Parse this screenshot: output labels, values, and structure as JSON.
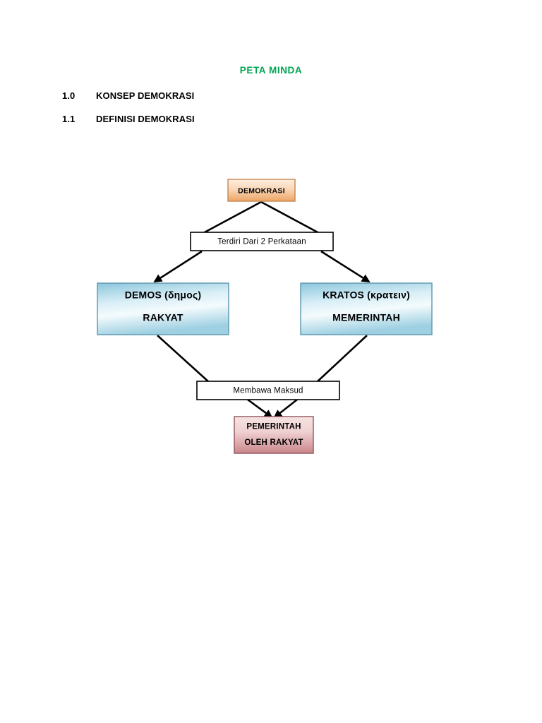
{
  "document": {
    "title": "PETA MINDA",
    "title_color": "#00a550",
    "headings": [
      {
        "number": "1.0",
        "text": "KONSEP DEMOKRASI"
      },
      {
        "number": "1.1",
        "text": "DEFINISI DEMOKRASI"
      }
    ]
  },
  "diagram": {
    "type": "flowchart",
    "nodes": {
      "root": {
        "label": "DEMOKRASI",
        "fill_top": "#fbe2cd",
        "fill_bottom": "#f0a869",
        "border": "#c0703a"
      },
      "split": {
        "label": "Terdiri Dari 2 Perkataan",
        "fill": "#ffffff",
        "border": "#000000"
      },
      "left": {
        "line1": "DEMOS (δημος)",
        "line2": "RAKYAT",
        "fill_edge": "#8ec7dd",
        "fill_center": "#f2fafd",
        "border": "#4e8ea8"
      },
      "right": {
        "line1": "KRATOS (κρατειν)",
        "line2": "MEMERINTAH",
        "fill_edge": "#8ec7dd",
        "fill_center": "#f2fafd",
        "border": "#4e8ea8"
      },
      "meaning": {
        "label": "Membawa Maksud",
        "fill": "#ffffff",
        "border": "#000000"
      },
      "result": {
        "line1": "PEMERINTAH",
        "line2": "OLEH RAKYAT",
        "fill_top": "#f3d7d7",
        "fill_bottom": "#cf8d91",
        "border": "#8a4b52"
      }
    },
    "edges": [
      {
        "from": "root",
        "to": "split",
        "arrowhead": false
      },
      {
        "from": "split",
        "to": "left",
        "arrowhead": true
      },
      {
        "from": "split",
        "to": "right",
        "arrowhead": true
      },
      {
        "from": "left",
        "to": "meaning",
        "arrowhead": false
      },
      {
        "from": "right",
        "to": "meaning",
        "arrowhead": false
      },
      {
        "from": "meaning",
        "to": "result",
        "arrowhead": true
      },
      {
        "from": "meaning",
        "to": "result",
        "arrowhead": true
      }
    ],
    "connector_color": "#000000"
  }
}
